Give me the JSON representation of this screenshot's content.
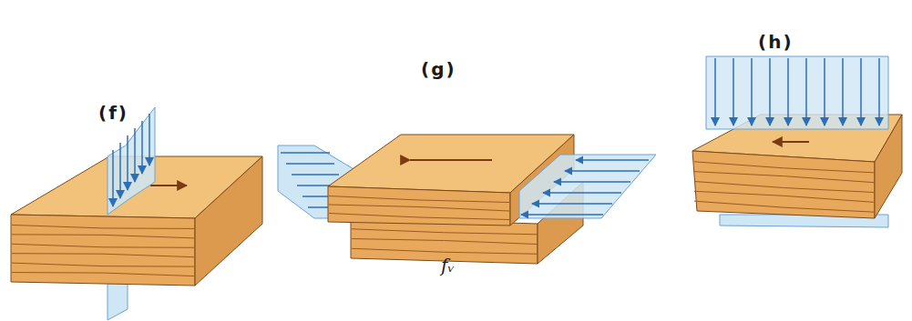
{
  "diagram": {
    "labels": [
      "(f)",
      "(g)",
      "(h)",
      "fᵥ"
    ]
  }
}
